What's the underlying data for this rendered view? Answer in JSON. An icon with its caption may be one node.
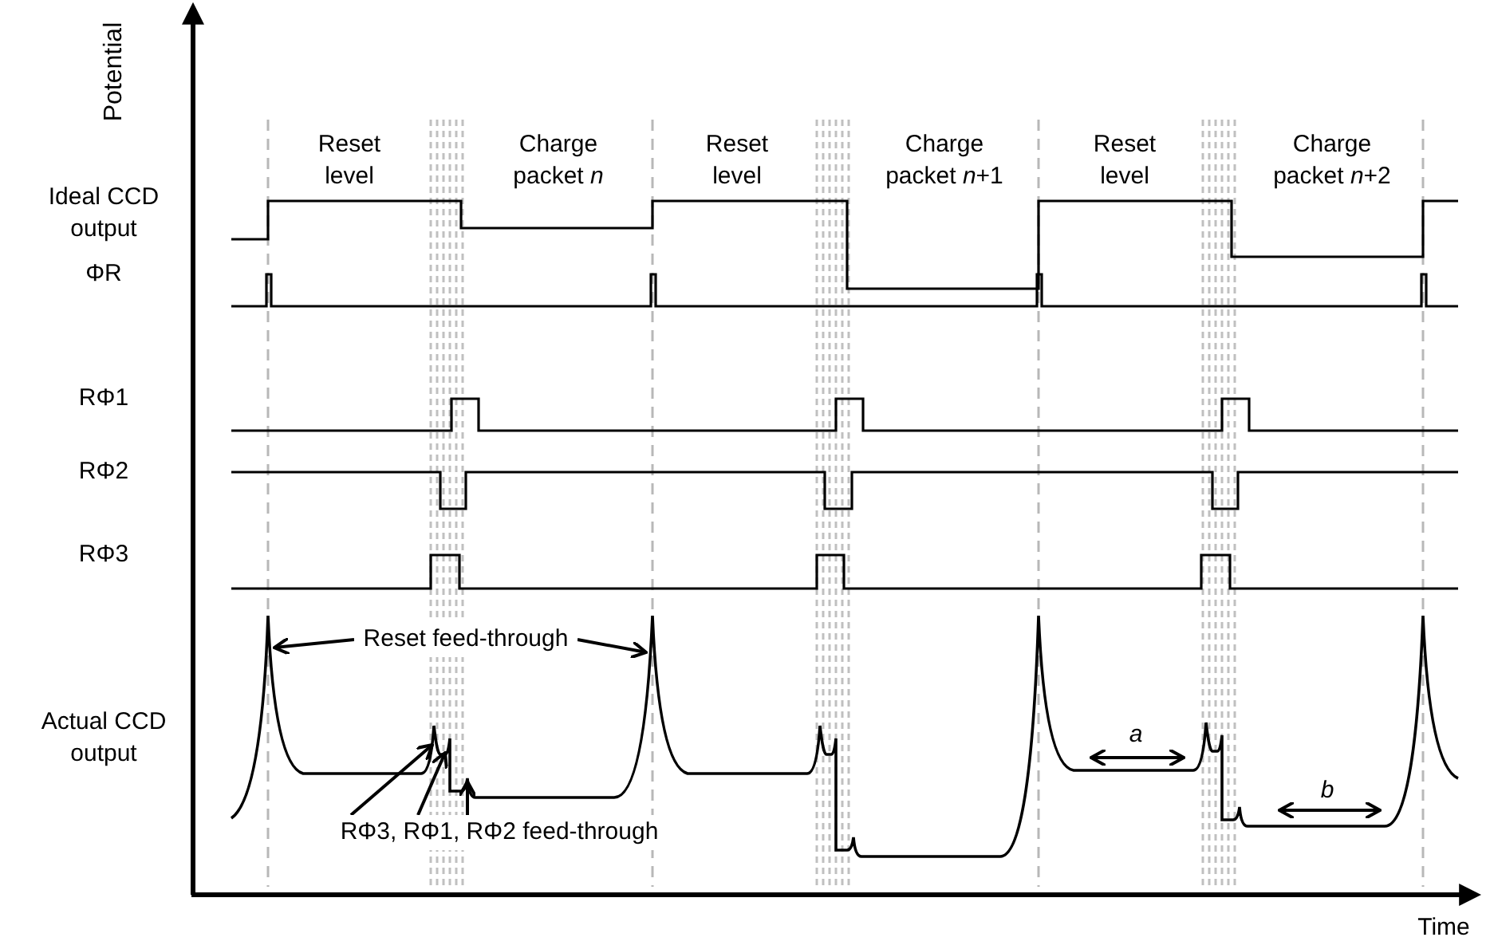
{
  "diagram": {
    "nodes": [
      {
        "text": [
          "Reset feed-through"
        ]
      },
      {
        "text": [
          "RΦ3, RΦ1, RΦ2 feed-through"
        ]
      }
    ],
    "edges": [
      {
        "from": 0,
        "to": null,
        "arrow": "to"
      },
      {
        "from": 0,
        "to": null,
        "arrow": "to"
      },
      {
        "from": 1,
        "to": null,
        "arrow": "to"
      },
      {
        "from": 1,
        "to": null,
        "arrow": "to"
      },
      {
        "from": 1,
        "to": null,
        "arrow": "to"
      }
    ],
    "labels": [
      "Potential",
      "Reset level",
      "Charge packet *n*",
      "Reset level",
      "Charge packet *n*+1",
      "Reset level",
      "Charge packet *n*+2",
      "Ideal CCD output",
      "ΦR",
      "RΦ1",
      "RΦ2",
      "RΦ3",
      "Actual CCD output",
      "a",
      "b",
      "Time"
    ]
  }
}
